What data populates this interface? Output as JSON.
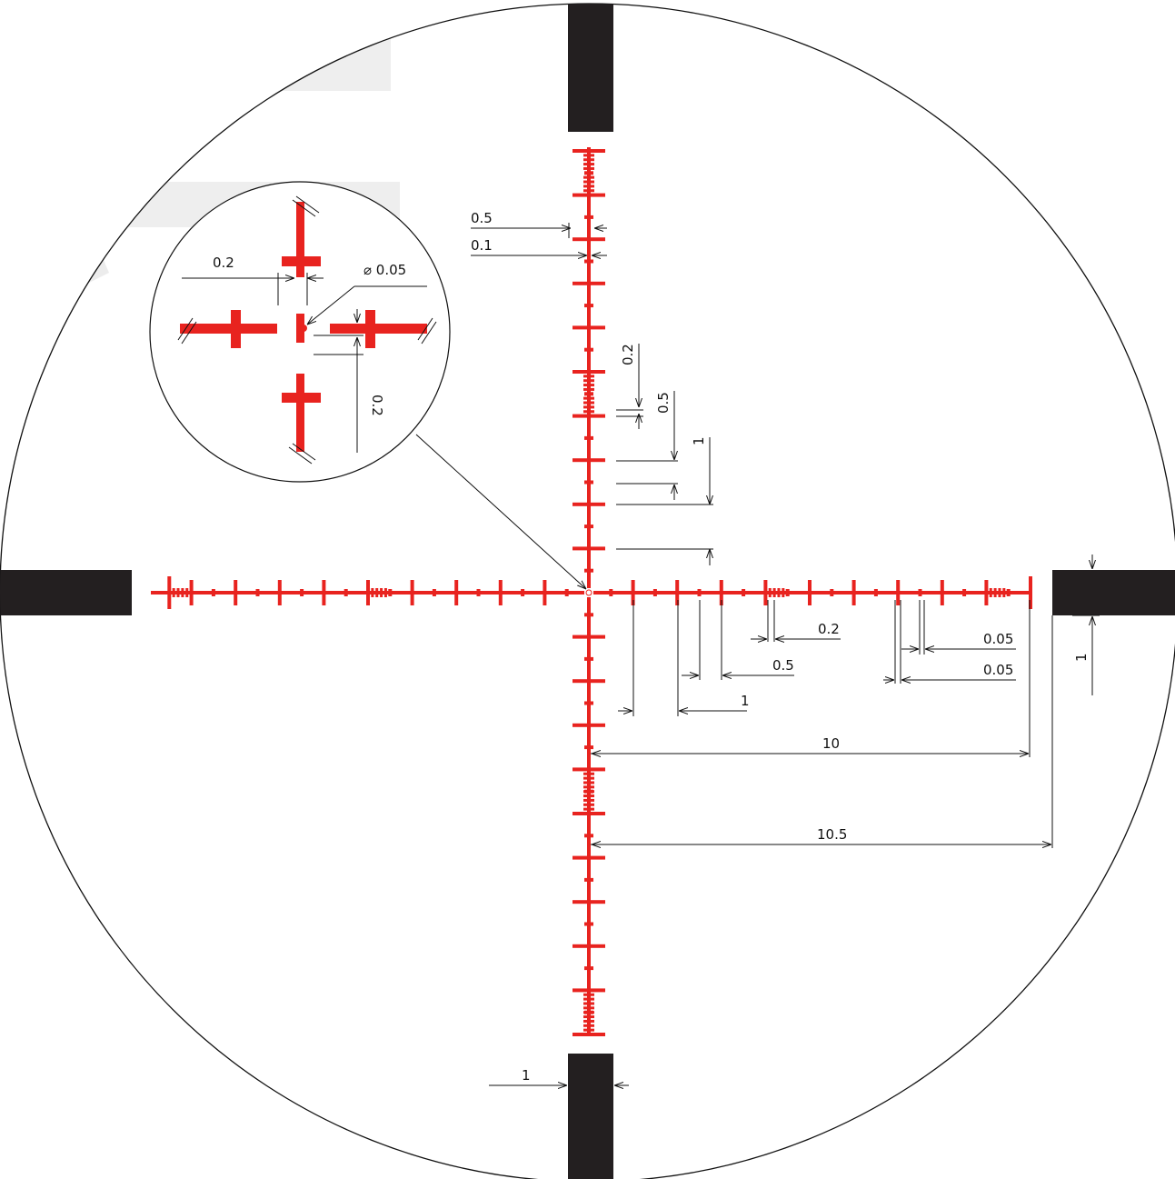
{
  "colors": {
    "reticle": "#e8231f",
    "post": "#231f20",
    "line": "#111111",
    "watermark": "#ececec",
    "background": "#ffffff"
  },
  "watermark_icon": "brand-logo-watermark",
  "reticle_scale": {
    "spacing_unit": 0.5,
    "major_mark_unit": 1,
    "fine_mark_unit": 0.1,
    "post_offset": 10.5
  },
  "inset": {
    "labels": {
      "gap": "0.2",
      "dot": "⌀ 0.05",
      "side_gap": "0.2"
    }
  },
  "dimensions": {
    "vertical_top": {
      "hash_spacing": "0.5",
      "fine_spacing": "0.1",
      "fine": "0.2",
      "half": "0.5",
      "full": "1"
    },
    "horizontal": {
      "fine": "0.2",
      "half": "0.5",
      "full": "1",
      "thick_a": "0.05",
      "thick_b": "0.05",
      "ten": "10",
      "ten_five": "10.5"
    },
    "post_width_right": "1",
    "post_width_bottom": "1"
  }
}
